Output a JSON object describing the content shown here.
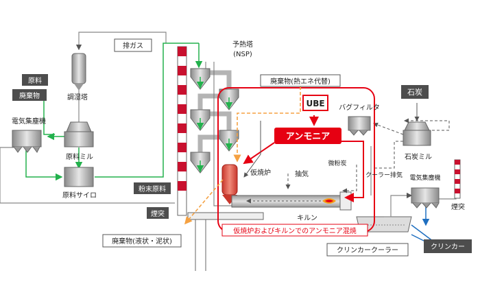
{
  "labels": {
    "exhaust_gas": "排ガス",
    "preheater": "予熱塔",
    "preheater_abbr": "(NSP)",
    "waste_fuel": "廃棄物(熱エネ代替)",
    "conditioning_tower": "調湿塔",
    "raw_material": "原料",
    "waste": "廃棄物",
    "esp_left": "電気集塵機",
    "raw_mill": "原料ミル",
    "raw_silo": "原料サイロ",
    "meal": "粉末原料",
    "stack_left": "煙突",
    "waste_liquid": "廃棄物(液状・泥状)",
    "ube": "UBE",
    "bag_filter": "バグフィルタ",
    "ammonia": "アンモニア",
    "calciner": "仮焼炉",
    "extraction": "抽気",
    "pulverized_coal": "微粉炭",
    "kiln": "キルン",
    "cofiring_caption": "仮焼炉およびキルンでのアンモニア混焼",
    "coal": "石炭",
    "coal_mill": "石炭ミル",
    "cooler_exhaust": "クーラー排気",
    "esp_right": "電気集塵機",
    "stack_right": "煙突",
    "clinker_cooler": "クリンカークーラー",
    "clinker": "クリンカー"
  },
  "colors": {
    "accent_red": "#e60012",
    "green_flow": "#22b14c",
    "blue_flow": "#1f6fc0",
    "orange_flow": "#f5a142",
    "dark_label": "#4d4d4d"
  }
}
